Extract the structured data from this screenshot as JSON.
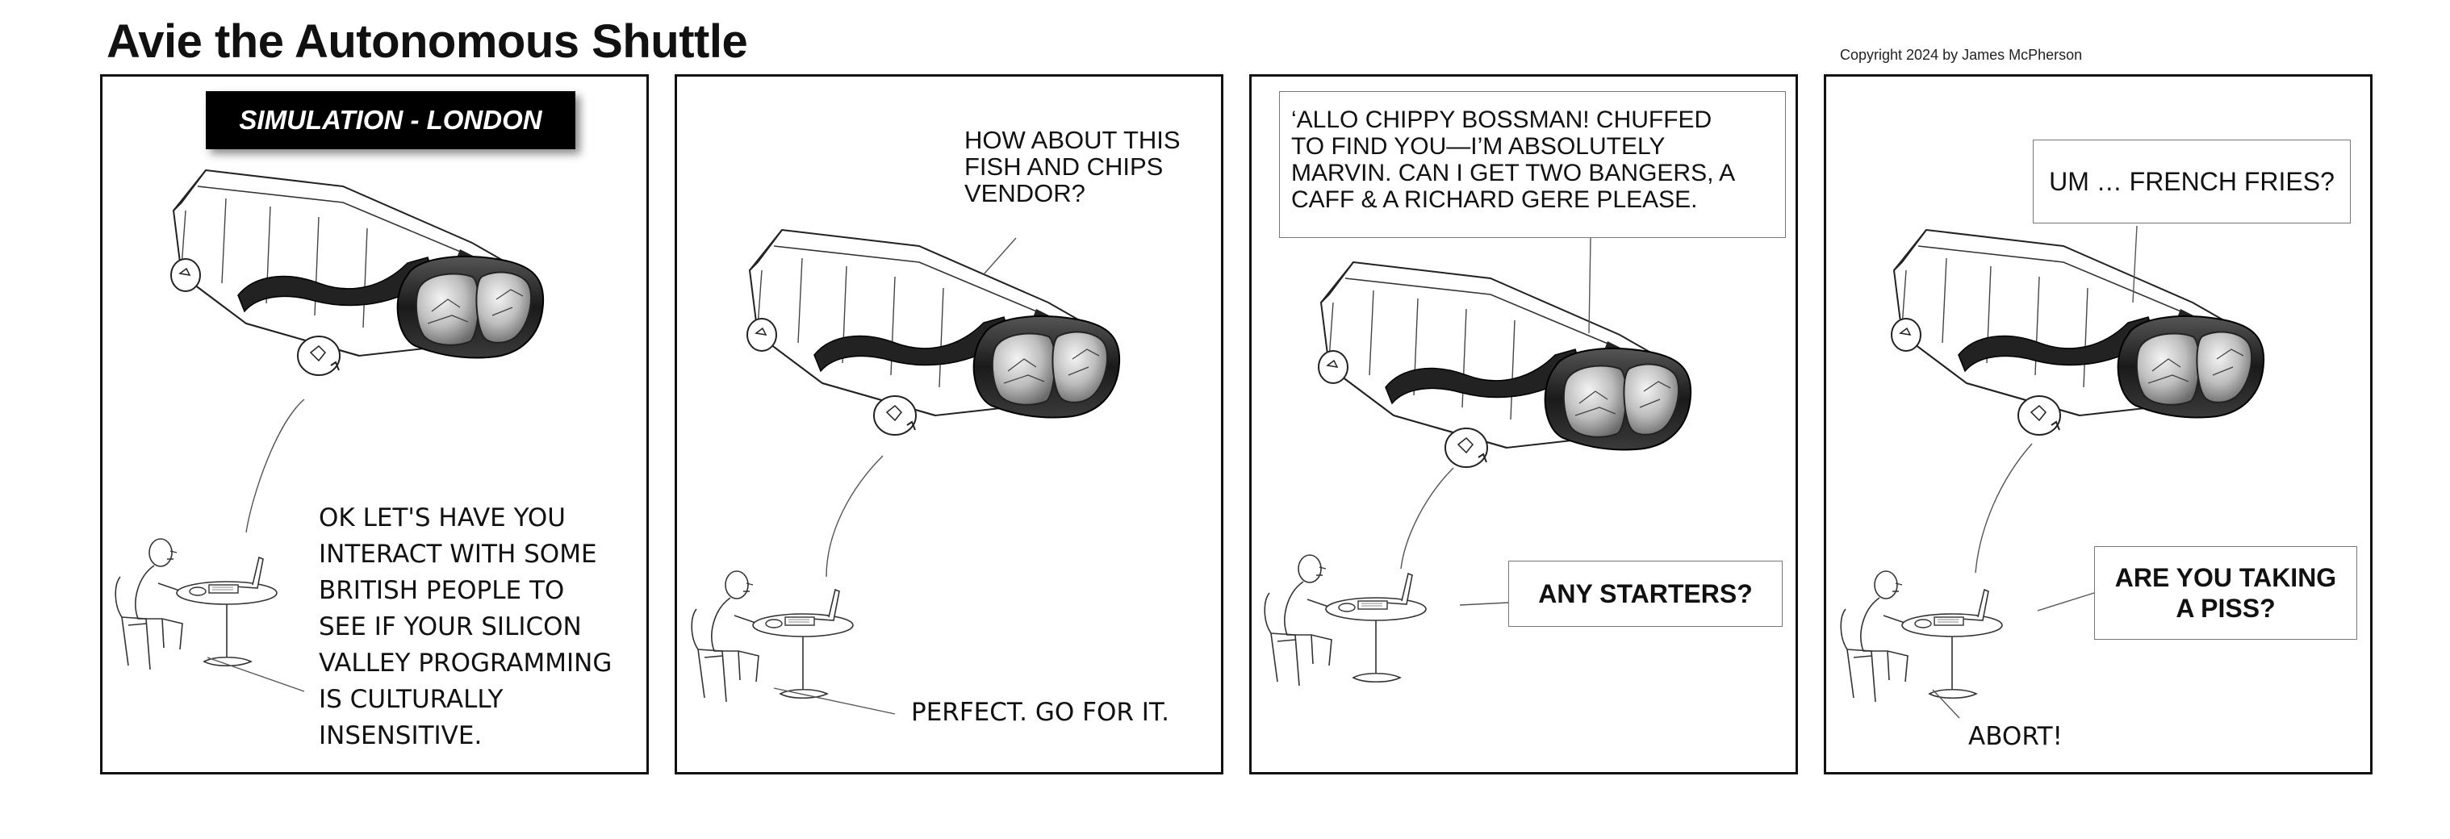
{
  "comic": {
    "title": "Avie the Autonomous Shuttle",
    "copyright": "Copyright 2024 by James McPherson"
  },
  "panels": [
    {
      "banner": "SIMULATION - LONDON",
      "caption": "OK LET'S HAVE YOU\nINTERACT WITH SOME\nBRITISH PEOPLE TO\nSEE IF YOUR SILICON\nVALLEY PROGRAMMING\nIS CULTURALLY\nINSENSITIVE."
    },
    {
      "shuttle_speech": "HOW ABOUT THIS\nFISH AND CHIPS\nVENDOR?",
      "caption": "PERFECT. GO FOR IT."
    },
    {
      "shuttle_speech": "‘ALLO CHIPPY BOSSMAN! CHUFFED\nTO FIND YOU—I’M ABSOLUTELY\nMARVIN. CAN I GET TWO BANGERS, A\nCAFF & A RICHARD GERE PLEASE.",
      "person_speech": "ANY STARTERS?"
    },
    {
      "shuttle_speech": "UM … FRENCH FRIES?",
      "person_speech": "ARE YOU TAKING\nA PISS?",
      "caption": "ABORT!"
    }
  ],
  "colors": {
    "ink": "#111111",
    "banner_bg": "#000000",
    "banner_text": "#ffffff",
    "bubble_border": "#777777"
  }
}
